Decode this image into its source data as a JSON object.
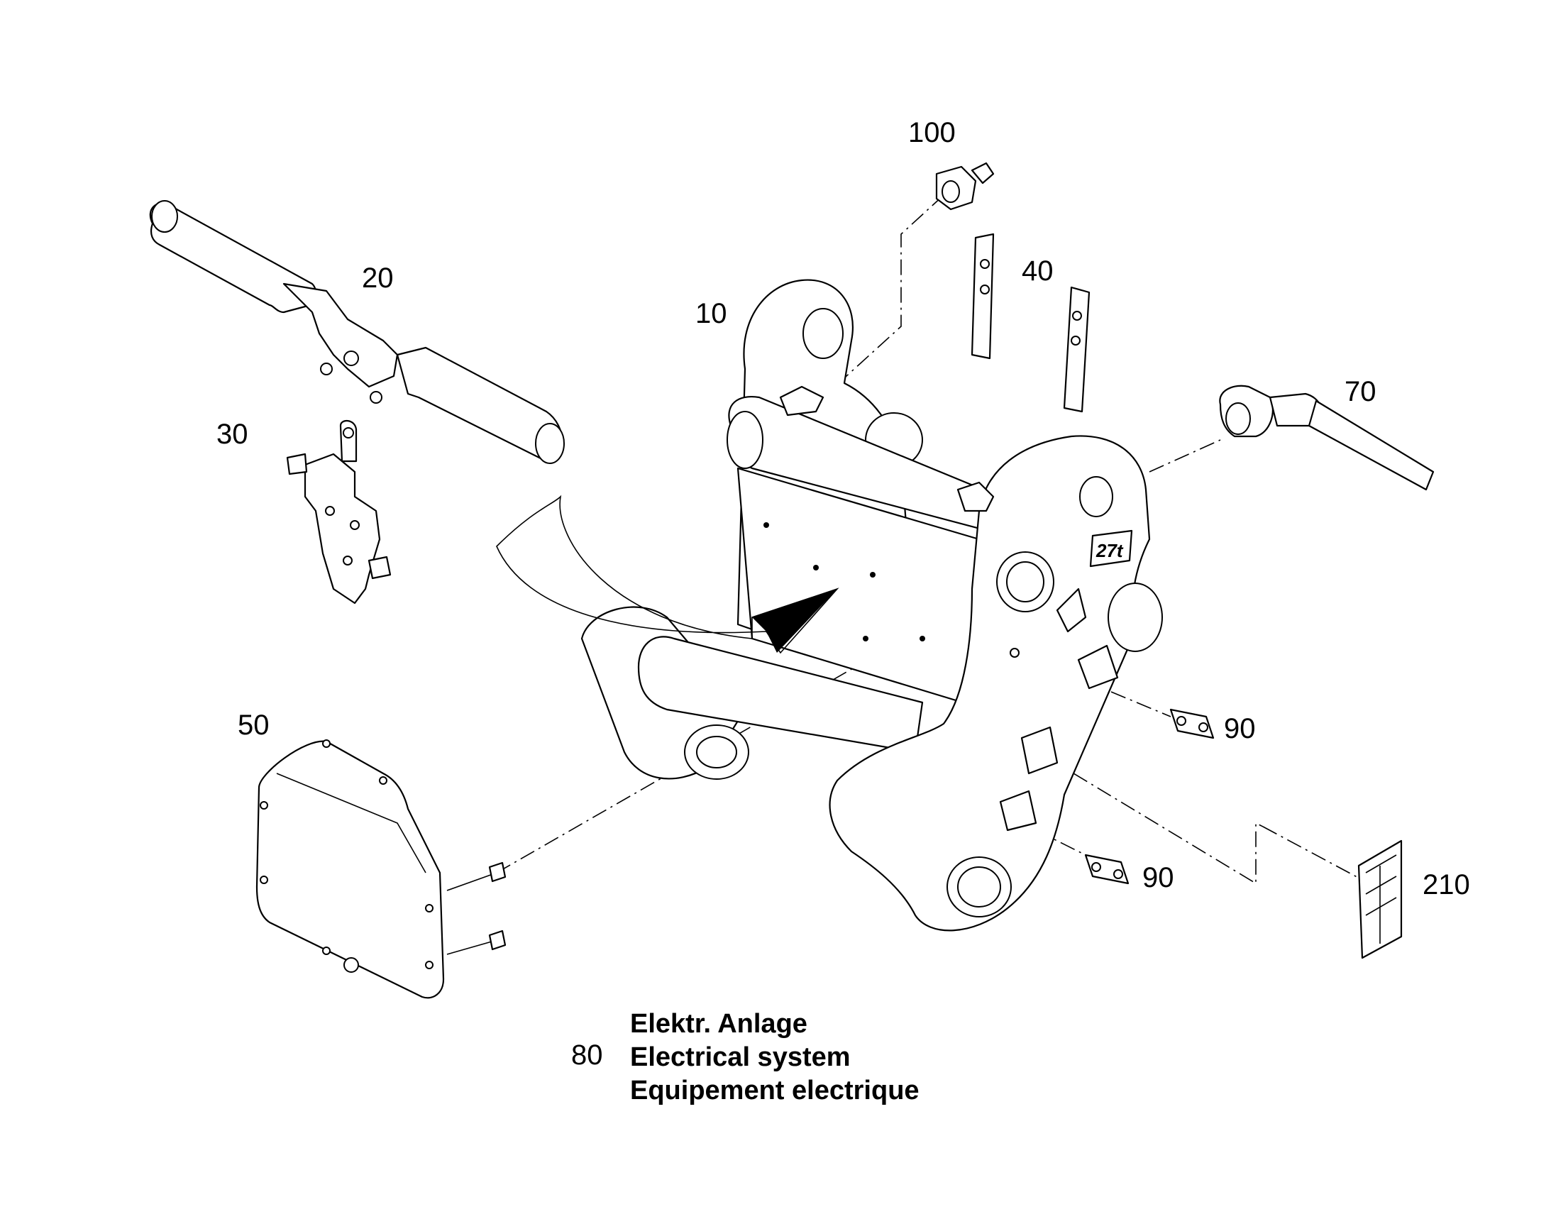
{
  "callouts": {
    "p10": "10",
    "p20": "20",
    "p30": "30",
    "p40": "40",
    "p50": "50",
    "p70": "70",
    "p80": "80",
    "p90a": "90",
    "p90b": "90",
    "p100": "100",
    "p210": "210"
  },
  "frame_marking": "27t",
  "caption": {
    "line_de": "Elektr. Anlage",
    "line_en": "Electrical system",
    "line_fr": "Equipement electrique"
  }
}
